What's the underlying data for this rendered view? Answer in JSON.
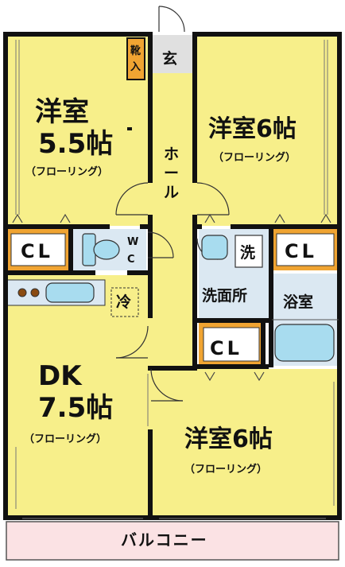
{
  "colors": {
    "room": "#f7ef8a",
    "closet": "#f0a432",
    "wet": "#dbe8f2",
    "fixture": "#a8dcef",
    "hall": "#f7ef8a",
    "balcony": "#fbe2e4",
    "entry": "#e0e0e0",
    "wall": "#111111"
  },
  "rooms": {
    "western_1": {
      "name": "洋室",
      "size": "5.5帖",
      "floor": "（フローリング）"
    },
    "western_2": {
      "name": "洋室6帖",
      "floor": "（フローリング）"
    },
    "dk": {
      "name": "DK",
      "size": "7.5帖",
      "floor": "（フローリング）"
    },
    "western_3": {
      "name": "洋室6帖",
      "floor": "（フローリング）"
    }
  },
  "labels": {
    "closet_1": "CL",
    "closet_2": "CL",
    "closet_3": "CL",
    "wc_1": "W",
    "wc_2": "C",
    "hall_1": "ホ",
    "hall_2": "ー",
    "hall_3": "ル",
    "genkan": "玄",
    "shoe_1": "靴",
    "shoe_2": "入",
    "fridge": "冷",
    "washer": "洗",
    "washroom": "洗面所",
    "bath": "浴室",
    "balcony": "バルコニー"
  },
  "icons": [
    "toilet-icon",
    "stove-icon",
    "sink-icon",
    "washbasin-icon",
    "bathtub-icon",
    "door-swing-icon"
  ]
}
